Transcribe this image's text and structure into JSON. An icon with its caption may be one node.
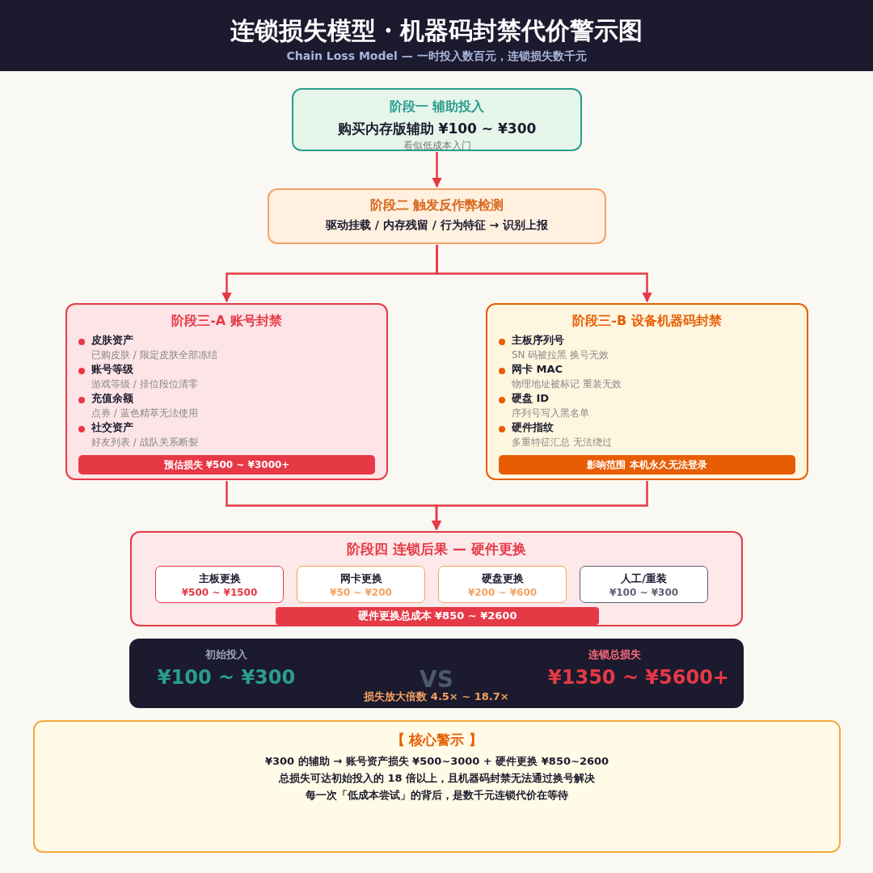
{
  "diagram": {
    "title": "连锁损失模型・机器码封禁代价警示图",
    "nodes": [
      {
        "text": [
          "阶段一  辅助投入",
          "购买内存版辅助  ¥100 ~ ¥300",
          "看似低成本入门"
        ]
      },
      {
        "text": [
          "阶段二  触发反作弊检测",
          "驱动挂载 / 内存残留 / 行为特征  →  识别上报"
        ]
      },
      {
        "text": [
          "阶段三-A  账号封禁",
          "皮肤资产",
          "已购皮肤 / 限定皮肤全部冻结",
          "账号等级",
          "游戏等级 / 排位段位清零",
          "充值余额",
          "点券 / 蓝色精萃无法使用",
          "社交资产",
          "好友列表 / 战队关系断裂",
          "预估损失  ¥500 ~ ¥3000+"
        ]
      },
      {
        "text": [
          "阶段三-B  设备机器码封禁",
          "主板序列号",
          "SN 码被拉黑  换号无效",
          "网卡 MAC",
          "物理地址被标记  重装无效",
          "硬盘 ID",
          "序列号写入黑名单",
          "硬件指纹",
          "多重特征汇总  无法绕过",
          "影响范围  本机永久无法登录"
        ]
      },
      {
        "text": [
          "阶段四  连锁后果 — 硬件更换",
          "硬件更换总成本  ¥850 ~ ¥2600"
        ]
      },
      {
        "text": [
          "主板更换",
          "¥500 ~ ¥1500"
        ],
        "in": 4
      },
      {
        "text": [
          "网卡更换",
          "¥50 ~ ¥200"
        ],
        "in": 4
      },
      {
        "text": [
          "硬盘更换",
          "¥200 ~ ¥600"
        ],
        "in": 4
      },
      {
        "text": [
          "人工/重装",
          "¥100 ~ ¥300"
        ],
        "in": 4
      },
      {
        "text": [
          "初始投入",
          "¥100 ~ ¥300",
          "VS",
          "损失放大倍数  4.5× ~ 18.7×",
          "连锁总损失",
          "¥1350 ~ ¥5600+"
        ]
      },
      {
        "text": [
          "【 核心警示 】",
          "¥300 的辅助 → 账号资产损失 ¥500~3000 + 硬件更换 ¥850~2600",
          "总损失可达初始投入的 18 倍以上，且机器码封禁无法通过换号解决",
          "每一次「低成本尝试」的背后，是数千元连锁代价在等待"
        ]
      }
    ],
    "edges": [
      {
        "from": 0,
        "to": 1,
        "arrow": "to"
      },
      {
        "from": 1,
        "to": 2,
        "arrow": "to"
      },
      {
        "from": 1,
        "to": 3,
        "arrow": "to"
      },
      {
        "from": 2,
        "to": 4,
        "arrow": "to"
      },
      {
        "from": 3,
        "to": 4,
        "arrow": "to"
      }
    ],
    "labels": [
      "Chain Loss Model — 一时投入数百元，连锁损失数千元"
    ]
  }
}
